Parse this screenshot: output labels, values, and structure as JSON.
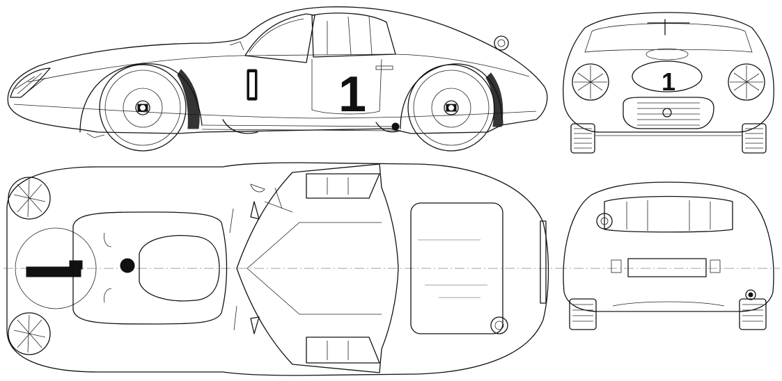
{
  "drawing": {
    "race_number_side": "1",
    "race_number_front": "1",
    "views": [
      "side",
      "top",
      "front",
      "rear"
    ]
  },
  "colors": {
    "ink": "#111111",
    "paper": "#ffffff"
  }
}
